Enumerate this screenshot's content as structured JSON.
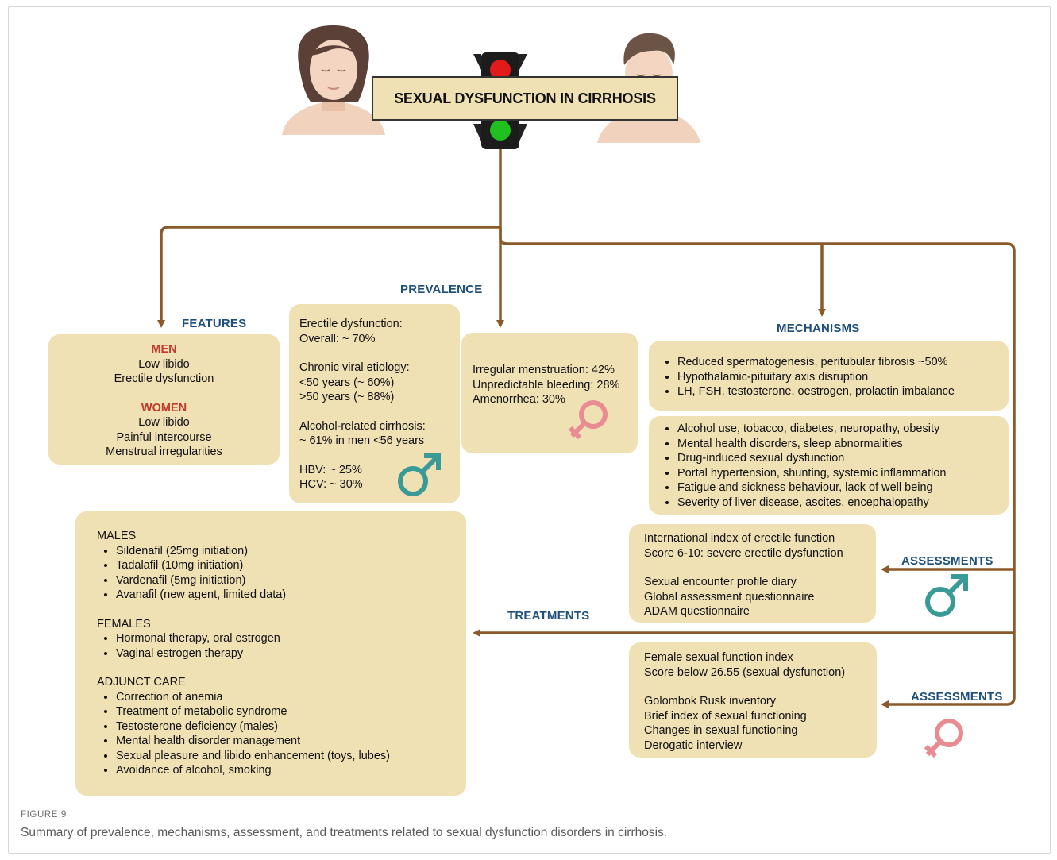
{
  "title": "SEXUAL DYSFUNCTION IN CIRRHOSIS",
  "colors": {
    "box": "#f0e1b5",
    "arrow": "#8b5a2b",
    "heading": "#1d4f7a",
    "red_label": "#c0392b",
    "male_symbol": "#3a9b96",
    "female_symbol": "#e88c92"
  },
  "icons": {
    "traffic_light": "traffic-light-icon",
    "woman": "woman-face-icon",
    "man": "man-face-icon",
    "male": "male-symbol-icon",
    "female": "female-symbol-icon"
  },
  "features": {
    "heading": "FEATURES",
    "men_label": "MEN",
    "men_items": [
      "Low libido",
      "Erectile dysfunction"
    ],
    "women_label": "WOMEN",
    "women_items": [
      "Low libido",
      "Painful intercourse",
      "Menstrual irregularities"
    ]
  },
  "prevalence": {
    "heading": "PREVALENCE",
    "male_lines": [
      "Erectile dysfunction:",
      "Overall: ~ 70%",
      "",
      "Chronic viral etiology:",
      "<50 years (~ 60%)",
      ">50 years (~ 88%)",
      "",
      "Alcohol-related cirrhosis:",
      "~ 61% in men <56 years",
      "",
      "HBV: ~ 25%",
      "HCV: ~ 30%"
    ],
    "female_lines": [
      "Irregular menstruation: 42%",
      "Unpredictable bleeding: 28%",
      "Amenorrhea: 30%"
    ]
  },
  "mechanisms": {
    "heading": "MECHANISMS",
    "group1": [
      "Reduced spermatogenesis, peritubular fibrosis ~50%",
      "Hypothalamic-pituitary axis disruption",
      "LH, FSH, testosterone, oestrogen, prolactin imbalance"
    ],
    "group2": [
      "Alcohol use, tobacco, diabetes, neuropathy, obesity",
      "Mental health disorders, sleep abnormalities",
      "Drug-induced sexual dysfunction",
      "Portal hypertension, shunting, systemic inflammation",
      "Fatigue and sickness behaviour, lack of well being",
      "Severity of liver disease, ascites, encephalopathy"
    ]
  },
  "assessments_male": {
    "heading": "ASSESSMENTS",
    "lines": [
      "International index of erectile function",
      "Score 6-10: severe erectile dysfunction",
      "",
      "Sexual encounter profile diary",
      "Global assessment questionnaire",
      "ADAM questionnaire"
    ]
  },
  "assessments_female": {
    "heading": "ASSESSMENTS",
    "lines": [
      "Female sexual function index",
      "Score below 26.55 (sexual dysfunction)",
      "",
      "Golombok Rusk inventory",
      "Brief index of sexual functioning",
      "Changes in sexual functioning",
      "Derogatic interview"
    ]
  },
  "treatments": {
    "heading": "TREATMENTS",
    "males_label": "MALES",
    "males": [
      "Sildenafil (25mg initiation)",
      "Tadalafil (10mg initiation)",
      "Vardenafil (5mg initiation)",
      "Avanafil (new agent, limited data)"
    ],
    "females_label": "FEMALES",
    "females": [
      "Hormonal therapy, oral estrogen",
      "Vaginal estrogen therapy"
    ],
    "adjunct_label": "ADJUNCT CARE",
    "adjunct": [
      "Correction of anemia",
      "Treatment of metabolic syndrome",
      "Testosterone deficiency (males)",
      "Mental health disorder management",
      "Sexual pleasure and libido enhancement (toys, lubes)",
      "Avoidance of alcohol, smoking"
    ]
  },
  "caption": {
    "label": "FIGURE 9",
    "text": "Summary of prevalence, mechanisms, assessment, and treatments related to sexual dysfunction disorders in cirrhosis."
  }
}
